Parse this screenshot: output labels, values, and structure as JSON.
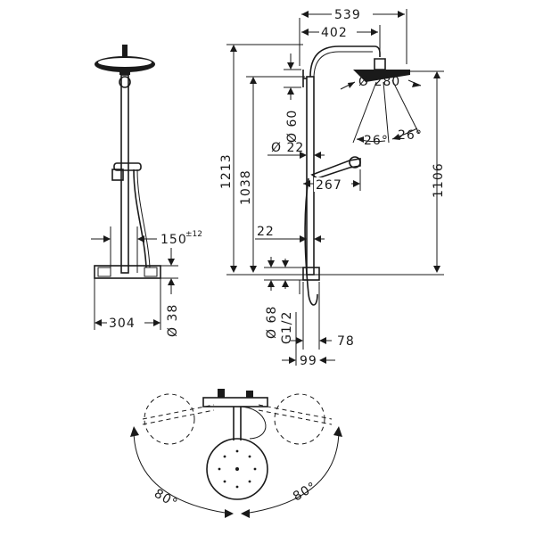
{
  "dimensions": {
    "d539": "539",
    "d402": "402",
    "d280": "Ø 280",
    "d60": "Ø 60",
    "d22_upper": "Ø 22",
    "d26_left": "26°",
    "d26_right": "26°",
    "d1213": "1213",
    "d1038": "1038",
    "d1106": "1106",
    "d267": "267",
    "d22_lower": "22",
    "d150": "150",
    "d150_tol": "±12",
    "d304": "304",
    "d38": "Ø 38",
    "d68": "Ø 68",
    "dG12": "G1/2",
    "d78": "78",
    "d99": "99",
    "d80_left": "80°",
    "d80_right": "80°"
  },
  "colors": {
    "line": "#1a1a1a",
    "background": "#ffffff"
  }
}
